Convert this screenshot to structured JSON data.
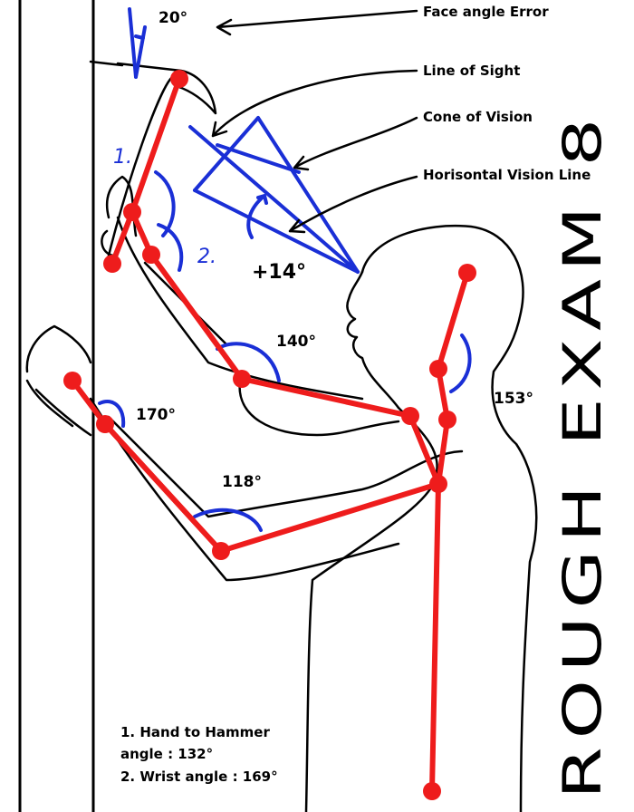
{
  "annotations": {
    "face_angle_error": "Face angle Error",
    "line_of_sight": "Line of Sight",
    "cone_of_vision": "Cone of Vision",
    "horizontal_vision_line": "Horisontal Vision Line"
  },
  "angles": {
    "face": "20°",
    "vision": "+14°",
    "elbow_upper": "140°",
    "neck": "153°",
    "wrist_lower": "170°",
    "elbow_lower": "118°"
  },
  "markers": {
    "hand_hammer": "1.",
    "wrist": "2."
  },
  "title": "ROUGH EXAM 8",
  "notes": {
    "line1": "1. Hand to Hammer",
    "line2": "angle : 132°",
    "line3": "2. Wrist angle : 169°"
  },
  "colors": {
    "skeleton": "#ee1c1c",
    "annotation": "#1a2fd6",
    "outline": "#000000"
  }
}
